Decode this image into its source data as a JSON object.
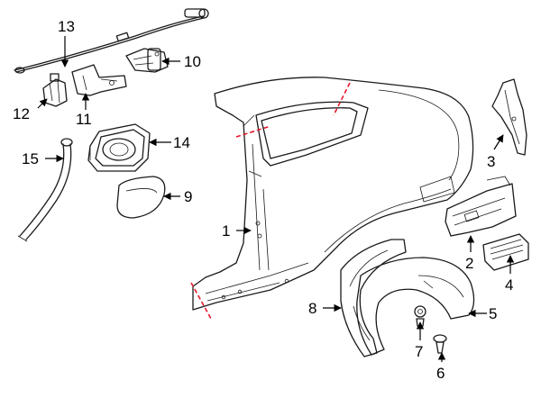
{
  "colors": {
    "line": "#1a1a1a",
    "cut_line": "#e8192c",
    "background": "#ffffff"
  },
  "callouts": {
    "c1": "1",
    "c2": "2",
    "c3": "3",
    "c4": "4",
    "c5": "5",
    "c6": "6",
    "c7": "7",
    "c8": "8",
    "c9": "9",
    "c10": "10",
    "c11": "11",
    "c12": "12",
    "c13": "13",
    "c14": "14",
    "c15": "15"
  }
}
